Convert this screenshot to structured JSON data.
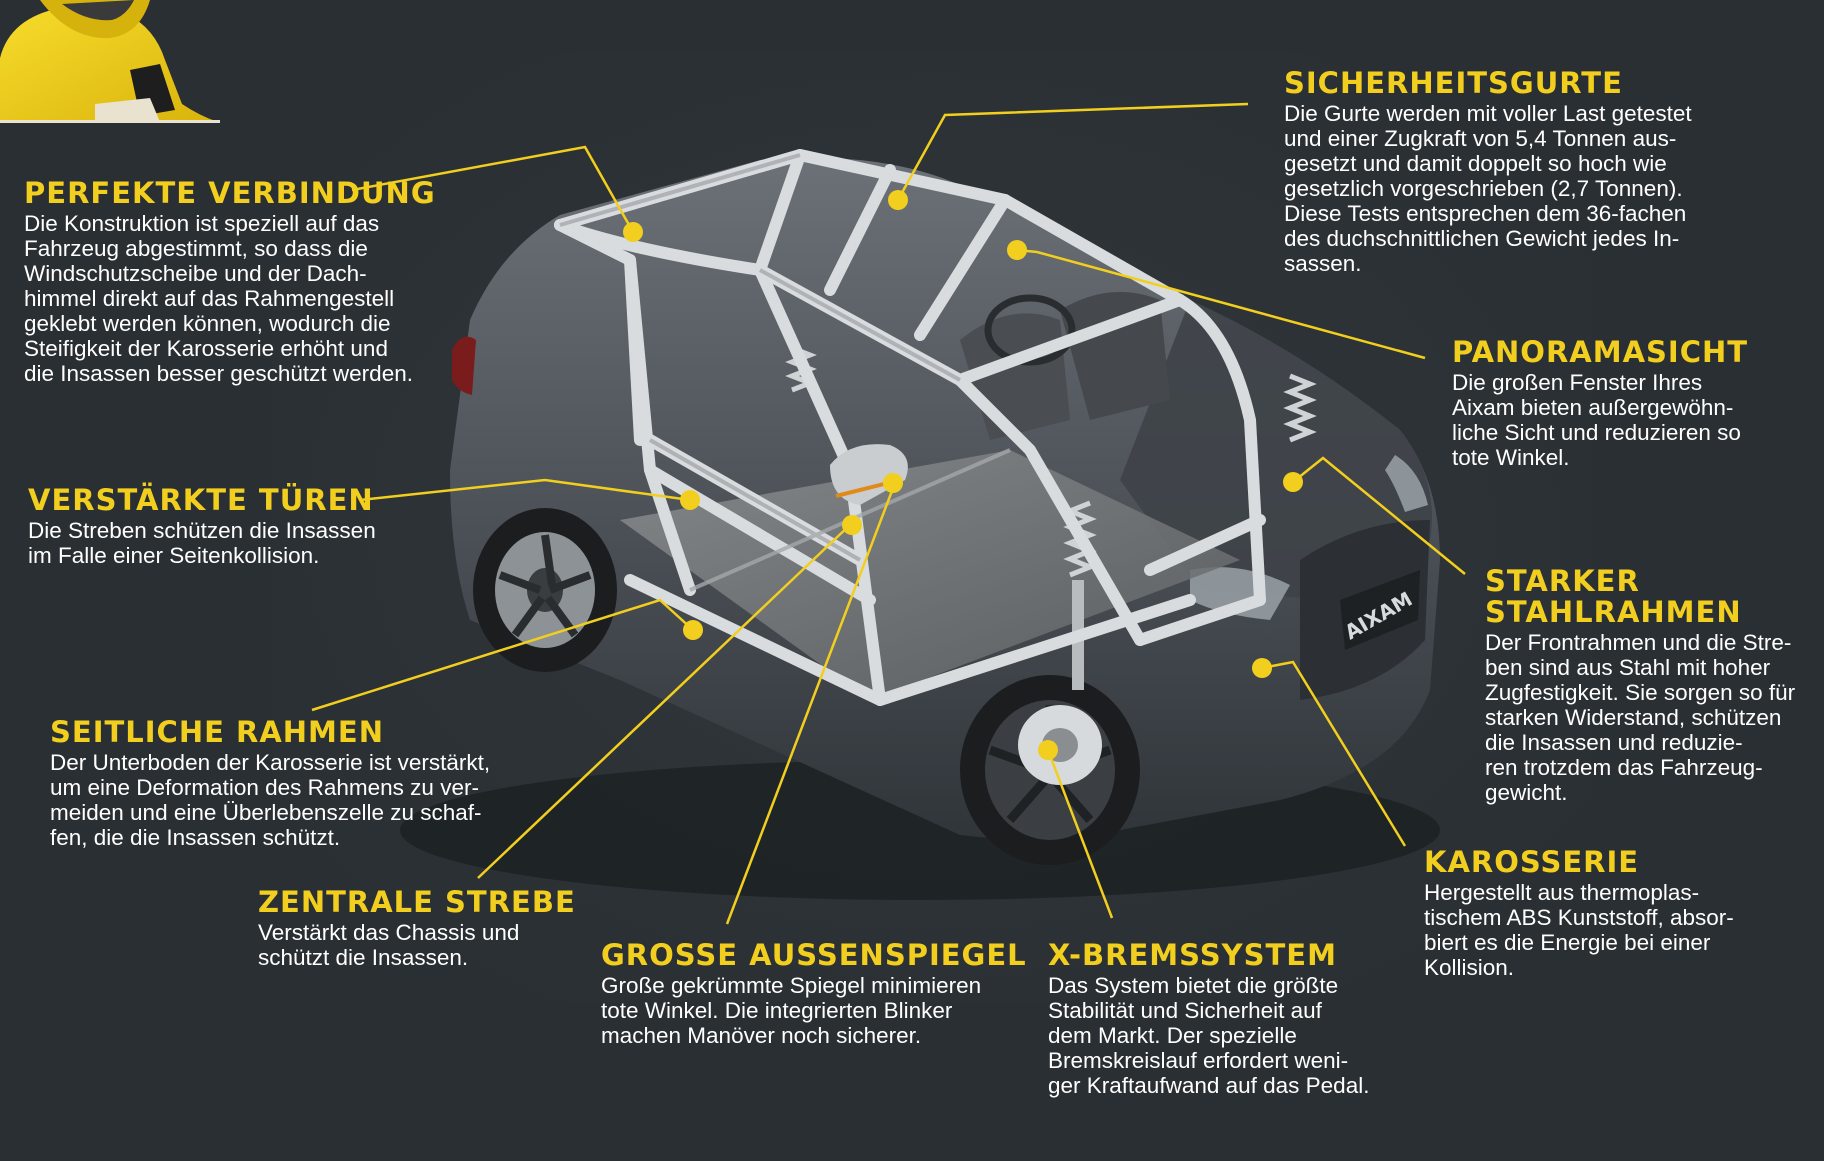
{
  "colors": {
    "background": "#2a2f33",
    "accent": "#f2cf1e",
    "text": "#ffffff"
  },
  "callouts": {
    "perfekte_verbindung": {
      "title": "PERFEKTE VERBINDUNG",
      "text": "Die Konstruktion ist speziell auf das\nFahrzeug abgestimmt, so dass die\nWindschutzscheibe und der Dach-\nhimmel direkt auf das Rahmengestell\ngeklebt werden können, wodurch die\nSteifigkeit der Karosserie erhöht und\ndie Insassen besser geschützt werden."
    },
    "verstaerkte_tueren": {
      "title": "VERSTÄRKTE TÜREN",
      "text": "Die Streben schützen die Insassen\nim Falle einer Seitenkollision."
    },
    "seitliche_rahmen": {
      "title": "SEITLICHE RAHMEN",
      "text": "Der Unterboden der Karosserie ist verstärkt,\num eine Deformation des Rahmens zu ver-\nmeiden und eine Überlebenszelle zu schaf-\nfen, die die Insassen schützt."
    },
    "zentrale_strebe": {
      "title": "ZENTRALE STREBE",
      "text": "Verstärkt das Chassis und\nschützt die Insassen."
    },
    "grosse_aussenspiegel": {
      "title": "GROSSE AUSSENSPIEGEL",
      "text": "Große gekrümmte Spiegel minimieren\ntote Winkel. Die integrierten Blinker\nmachen Manöver noch sicherer."
    },
    "x_bremssystem": {
      "title": "X-BREMSSYSTEM",
      "text": "Das System bietet die größte\nStabilität und Sicherheit auf\ndem Markt. Der spezielle\nBremskreislauf erfordert weni-\nger Kraftaufwand auf das Pedal."
    },
    "sicherheitsgurte": {
      "title": "SICHERHEITSGURTE",
      "text": "Die Gurte werden mit voller Last getestet\nund einer Zugkraft von 5,4 Tonnen aus-\ngesetzt und damit doppelt so hoch wie\ngesetzlich vorgeschrieben (2,7 Tonnen).\nDiese Tests entsprechen dem 36-fachen\ndes duchschnittlichen Gewicht jedes In-\nsassen."
    },
    "panoramasicht": {
      "title": "PANORAMASICHT",
      "text": "Die großen Fenster Ihres\nAixam bieten außergewöhn-\nliche Sicht und reduzieren so\ntote Winkel."
    },
    "starker_stahlrahmen": {
      "title": "STARKER\nSTAHLRAHMEN",
      "text": "Der Frontrahmen und die Stre-\nben sind aus Stahl mit hoher\nZugfestigkeit. Sie sorgen so für\nstarken Widerstand, schützen\ndie Insassen und reduzie-\nren trotzdem das Fahrzeug-\ngewicht."
    },
    "karosserie": {
      "title": "KAROSSERIE",
      "text": "Hergestellt aus thermoplas-\ntischem ABS Kunststoff, absor-\nbiert es die Energie bei einer\nKollision."
    }
  },
  "car": {
    "badge_text": "AIXAM"
  }
}
